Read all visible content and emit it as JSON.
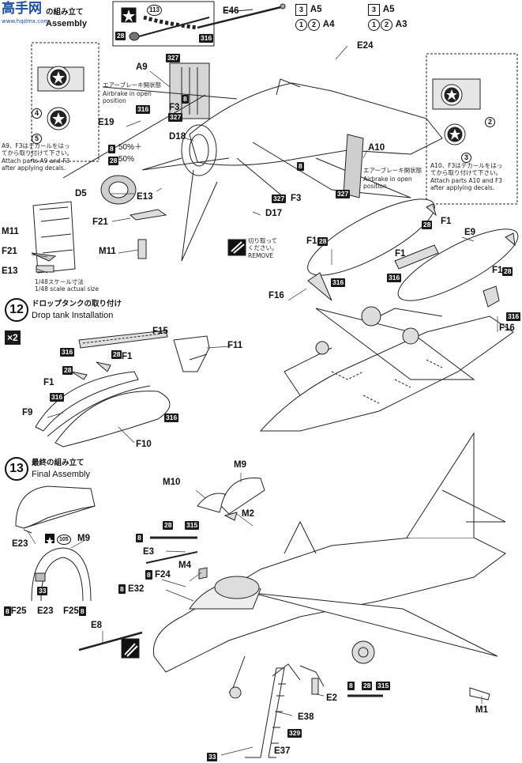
{
  "header": {
    "logo_chars": "高手网",
    "logo_url": "www.hqdmx.com",
    "step11_title_jp": "の組み立て",
    "step11_title_en": "Assembly"
  },
  "step12": {
    "number": "12",
    "title_jp": "ドロップタンクの取り付け",
    "title_en": "Drop tank  Installation",
    "multiplier": "×2"
  },
  "step13": {
    "number": "13",
    "title_jp": "最終の組み立て",
    "title_en": "Final Assembly"
  },
  "variants": {
    "row1_left": "A5",
    "row1_right": "A5",
    "row2_left": "A4",
    "row2_right": "A3",
    "num3": "3",
    "num1": "1",
    "num2": "2"
  },
  "notes": {
    "airbrake_jp": "エアーブレーキ開状態",
    "airbrake_en": "Airbrake in open\nposition",
    "airbrake_jp_r": "エアーブレーキ開状態",
    "airbrake_en_r": "Airbrake in open\nposition",
    "decal_left": "A9、F3はデカールをはっ\nてから取り付けて下さい。\nAttach parts A9 and F3\nafter applying decals.",
    "decal_right": "A10、F3はデカールをはっ\nてから取り付けて下さい。\nAttach parts A10 and F3\nafter applying decals.",
    "remove_jp": "切り取って\nください。\nREMOVE",
    "scale_note": "1/48スケール寸法\n1/48 scale actual size",
    "mix1": "50%＋",
    "mix2": "50%"
  },
  "part_labels": {
    "E46": "E46",
    "E24": "E24",
    "A9": "A9",
    "E19": "E19",
    "D18": "D18",
    "F3a": "F3",
    "A10": "A10",
    "F3b": "F3",
    "D5": "D5",
    "E13a": "E13",
    "D17": "D17",
    "F21a": "F21",
    "M11a": "M11",
    "M11b": "M11",
    "F21b": "F21",
    "E13b": "E13",
    "F1a": "F1",
    "F1b": "F1",
    "E9": "E9",
    "F1c": "F1",
    "F1d": "F1",
    "F16a": "F16",
    "F16b": "F16",
    "F15": "F15",
    "F11": "F11",
    "F1e": "F1",
    "F1f": "F1",
    "F9": "F9",
    "F10": "F10",
    "M9a": "M9",
    "M10": "M10",
    "M2": "M2",
    "E23a": "E23",
    "M9b": "M9",
    "E3": "E3",
    "M4": "M4",
    "F24": "F24",
    "E32": "E32",
    "F25a": "F25",
    "E23b": "E23",
    "F25b": "F25",
    "E8": "E8",
    "E2": "E2",
    "M1": "M1",
    "E38": "E38",
    "E37": "E37",
    "circ4": "4",
    "circ5": "5",
    "circ2": "2",
    "circ3": "3",
    "circ113": "113",
    "circ105": "105"
  },
  "color_badges": {
    "b327_a9": "327",
    "b8_f3": "8",
    "b327_f3": "327",
    "b316_e19": "316",
    "b8_d5": "8",
    "b28_d5": "28",
    "b28_top": "28",
    "b316_top": "316",
    "b8_f3b": "8",
    "b327_f3b": "327",
    "b327_a10": "327",
    "b28_f1": "28",
    "b28_f1b": "28",
    "b316_f1": "316",
    "b316_f16": "316",
    "b28_f1r": "28",
    "b316_f16r": "316",
    "b316_f15": "316",
    "b28_t1": "28",
    "b28_t2": "28",
    "b316_t3": "316",
    "b316_t4": "316",
    "b8_r1": "8",
    "b28_r1": "28",
    "b315_r1": "315",
    "b8_f24": "8",
    "b8_e32": "8",
    "b33_a": "33",
    "b8_f25a": "8",
    "b8_f25b": "8",
    "b8_r2": "8",
    "b28_r2": "28",
    "b315_r2": "315",
    "b329": "329",
    "b33_b": "33"
  }
}
